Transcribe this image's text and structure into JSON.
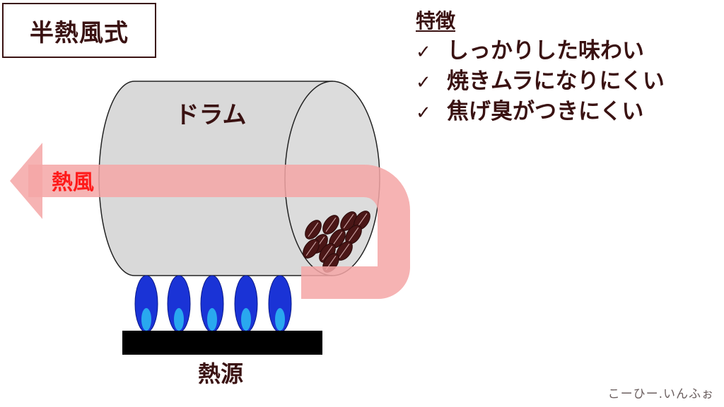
{
  "title": "半熱風式",
  "features": {
    "heading": "特徴",
    "check_mark": "✓",
    "items": [
      "しっかりした味わい",
      "焼きムラになりにくい",
      "焦げ臭がつきにくい"
    ]
  },
  "diagram": {
    "drum_label": "ドラム",
    "hot_air_label": "熱風",
    "heat_source_label": "熱源",
    "colors": {
      "drum_fill": "#d9d9d9",
      "hot_air": "#f4a6a6",
      "hot_air_text": "#ff1a1a",
      "flame_outer": "#1a33d6",
      "flame_inner": "#29a8ef",
      "bean": "#4a1616",
      "burner_plate": "#000000",
      "text_dark": "#3a1212"
    }
  },
  "watermark": "こーひー.いんふぉ"
}
